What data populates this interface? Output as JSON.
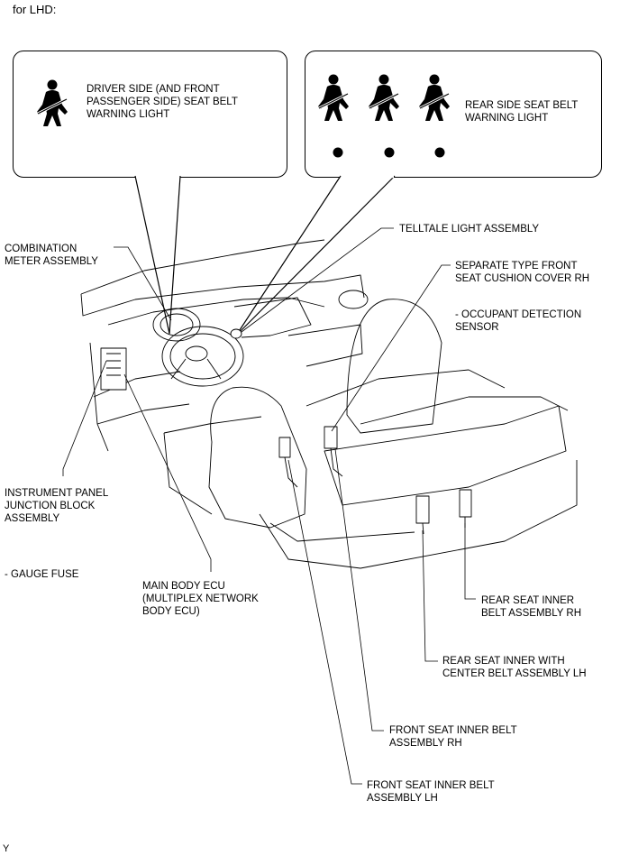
{
  "header": "for LHD:",
  "footer": "Y",
  "callouts": {
    "driver_light": "DRIVER SIDE (AND FRONT\nPASSENGER SIDE) SEAT BELT\nWARNING LIGHT",
    "rear_light": "REAR SIDE SEAT BELT\nWARNING LIGHT"
  },
  "labels": {
    "telltale": "TELLTALE LIGHT ASSEMBLY",
    "combination_meter": "COMBINATION\nMETER ASSEMBLY",
    "cushion_cover": "SEPARATE TYPE FRONT\nSEAT CUSHION COVER RH",
    "occupant_sensor": "- OCCUPANT DETECTION\nSENSOR",
    "junction_block": "INSTRUMENT PANEL\nJUNCTION BLOCK\nASSEMBLY",
    "gauge_fuse": "- GAUGE FUSE",
    "main_body_ecu": "MAIN BODY ECU\n(MULTIPLEX NETWORK\nBODY ECU)",
    "rear_inner_rh": "REAR SEAT INNER\nBELT ASSEMBLY RH",
    "rear_inner_center_lh": "REAR SEAT INNER WITH\nCENTER BELT ASSEMBLY LH",
    "front_inner_rh": "FRONT SEAT INNER BELT\nASSEMBLY RH",
    "front_inner_lh": "FRONT SEAT INNER BELT\nASSEMBLY LH"
  }
}
